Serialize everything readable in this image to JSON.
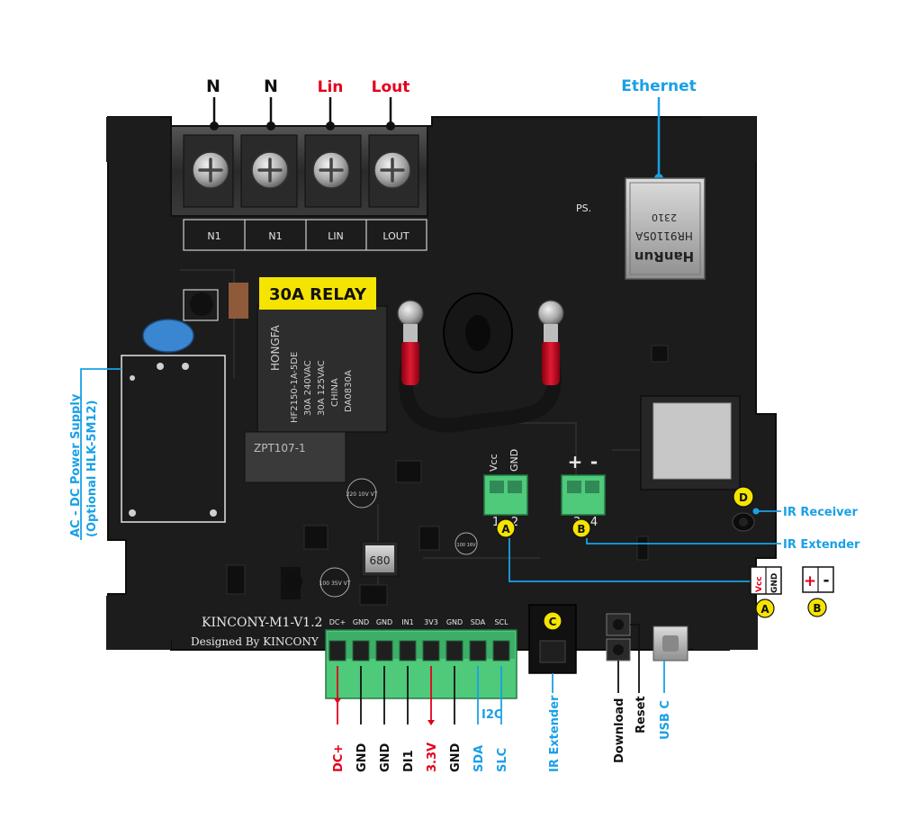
{
  "colors": {
    "board": "#1c1c1c",
    "accent_blue": "#1aa0e6",
    "accent_red": "#e3001b",
    "callout_yellow": "#f5e400",
    "terminal_green": "#4fc97a",
    "relay_blue": "#2f6fd6"
  },
  "top_labels": {
    "n1": "N",
    "n2": "N",
    "lin": "Lin",
    "lout": "Lout",
    "ethernet": "Ethernet"
  },
  "terminal_silkscreen": [
    "N1",
    "N1",
    "LIN",
    "LOUT"
  ],
  "relay_banner": "30A RELAY",
  "relay_body": {
    "brand": "HONGFA",
    "lines": [
      "HF2150-1A-5DE",
      "30A 240VAC",
      "30A 125VAC",
      "CHINA",
      "DA0830A"
    ]
  },
  "ethernet_jack": {
    "top": "2310",
    "mid": "HR91105A",
    "brand": "HanRun"
  },
  "ps_mark": "PS.",
  "power_supply_label": "AC - DC Power Supply\n(Optional HLK-5M12)",
  "power_supply_lines": [
    "AC - DC Power Supply",
    "(Optional HLK-5M12)"
  ],
  "small_connectors": {
    "a_top": [
      "Vcc",
      "GND"
    ],
    "a_nums": [
      "1",
      "2"
    ],
    "b_top": [
      "+",
      "-"
    ],
    "b_nums": [
      "3",
      "4"
    ]
  },
  "callouts": {
    "a": "A",
    "b": "B",
    "c": "C",
    "d": "D"
  },
  "right_labels": {
    "ir_receiver": "IR Receiver",
    "ir_extender": "IR Extender"
  },
  "legend_a": {
    "vcc": "Vcc",
    "gnd": "GND",
    "badge": "A"
  },
  "legend_b": {
    "plus": "+",
    "minus": "-",
    "badge": "B"
  },
  "board_name": "KINCONY-M1-V1.2",
  "designed_by": "Designed By  KINCONY",
  "bottom_terminal_silk": [
    "DC+",
    "GND",
    "GND",
    "IN1",
    "3V3",
    "GND",
    "SDA",
    "SCL"
  ],
  "i2c_label": "I2C",
  "bottom_pins": [
    {
      "text": "DC+",
      "color": "red"
    },
    {
      "text": "GND",
      "color": "black"
    },
    {
      "text": "GND",
      "color": "black"
    },
    {
      "text": "DI1",
      "color": "black"
    },
    {
      "text": "3.3V",
      "color": "red"
    },
    {
      "text": "GND",
      "color": "black"
    },
    {
      "text": "SDA",
      "color": "blue"
    },
    {
      "text": "SLC",
      "color": "blue"
    }
  ],
  "bottom_right_labels": {
    "ir_extender": "IR Extender",
    "download": "Download",
    "reset": "Reset",
    "usb_c": "USB C"
  },
  "chip_marks": {
    "inductor": "680",
    "cap_main": "220 10V VT",
    "cap_small": "100 35V VT",
    "cap_small2": "100 16V"
  },
  "transformer_mark": "ZPT107-1"
}
